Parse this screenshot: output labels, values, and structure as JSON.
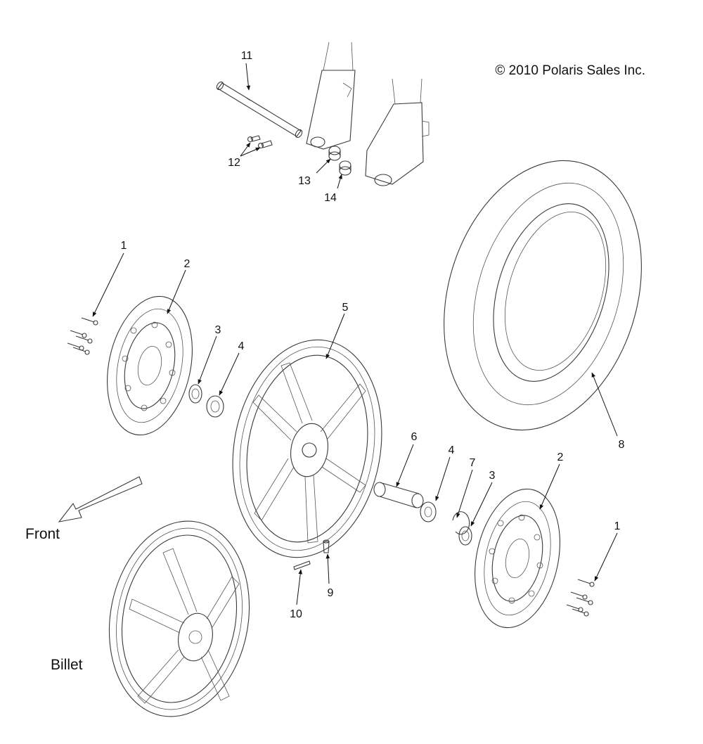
{
  "copyright": "© 2010 Polaris Sales Inc.",
  "front_label": "Front",
  "billet_label": "Billet",
  "callouts": {
    "c1a": "1",
    "c2a": "2",
    "c3a": "3",
    "c4a": "4",
    "c5": "5",
    "c6": "6",
    "c4b": "4",
    "c7": "7",
    "c3b": "3",
    "c2b": "2",
    "c8": "8",
    "c1b": "1",
    "c9": "9",
    "c10": "10",
    "c11": "11",
    "c12": "12",
    "c13": "13",
    "c14": "14"
  }
}
